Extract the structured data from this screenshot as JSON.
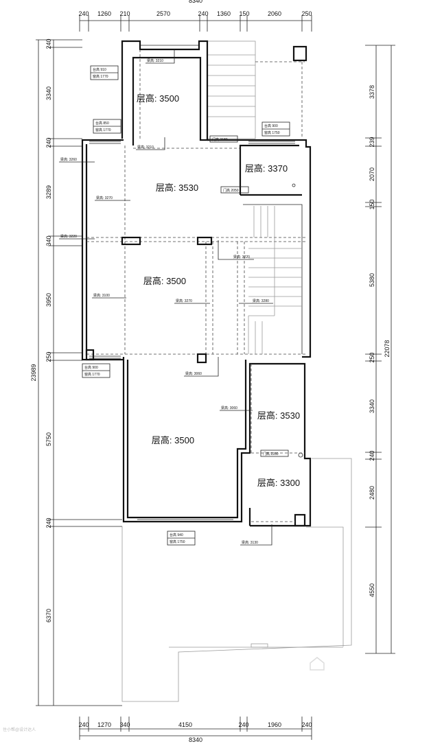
{
  "dimensions": {
    "top_total": "8340",
    "top_segments": [
      "240",
      "1260",
      "210",
      "2570",
      "240",
      "1360",
      "150",
      "2060",
      "250"
    ],
    "bottom_segments": [
      "240",
      "1270",
      "340",
      "4150",
      "240",
      "1960",
      "240"
    ],
    "bottom_total": "8340",
    "left_segments": [
      "240",
      "3340",
      "240",
      "3289",
      "340",
      "3950",
      "250",
      "5750",
      "240",
      "6370"
    ],
    "left_total": "23989",
    "right_segments": [
      "3378",
      "239",
      "2070",
      "150",
      "5380",
      "250",
      "3340",
      "240",
      "2480",
      "4550"
    ],
    "right_total": "22078"
  },
  "rooms": [
    {
      "id": "room-1",
      "label": "层高: 3500"
    },
    {
      "id": "room-2",
      "label": "层高: 3530"
    },
    {
      "id": "room-3",
      "label": "层高: 3370"
    },
    {
      "id": "room-4",
      "label": "层高: 3500"
    },
    {
      "id": "room-5",
      "label": "层高: 3530"
    },
    {
      "id": "room-6",
      "label": "层高: 3500"
    },
    {
      "id": "room-7",
      "label": "层高: 3300"
    }
  ],
  "beams": [
    {
      "id": "beam-1",
      "label": "梁高: 3210"
    },
    {
      "id": "beam-2",
      "label": "梁高: 3210"
    },
    {
      "id": "beam-3",
      "label": "梁高: 3260"
    },
    {
      "id": "beam-4",
      "label": "梁高: 3270"
    },
    {
      "id": "beam-5",
      "label": "梁高: 3220"
    },
    {
      "id": "beam-6",
      "label": "梁高: 3220"
    },
    {
      "id": "beam-7",
      "label": "梁高: 3100"
    },
    {
      "id": "beam-8",
      "label": "梁高: 3270"
    },
    {
      "id": "beam-9",
      "label": "梁高: 3280"
    },
    {
      "id": "beam-10",
      "label": "梁高: 3060"
    },
    {
      "id": "beam-11",
      "label": "梁高: 3060"
    },
    {
      "id": "beam-12",
      "label": "梁高: 3130"
    }
  ],
  "doors": [
    {
      "id": "door-1",
      "label": "门高 2180"
    },
    {
      "id": "door-2",
      "label": "门高 2050"
    },
    {
      "id": "door-3",
      "label": "门高 2280"
    }
  ],
  "windows": [
    {
      "id": "win-1",
      "sill": "台高 910",
      "height": "窗高 1770"
    },
    {
      "id": "win-2",
      "sill": "台高 850",
      "height": "窗高 1770"
    },
    {
      "id": "win-3",
      "sill": "台高 900",
      "height": "窗高 1750"
    },
    {
      "id": "win-4",
      "sill": "台高 900",
      "height": "窗高 1770"
    },
    {
      "id": "win-5",
      "sill": "台高 940",
      "height": "窗高 1750"
    }
  ],
  "watermark": "住小帮@设计达人"
}
